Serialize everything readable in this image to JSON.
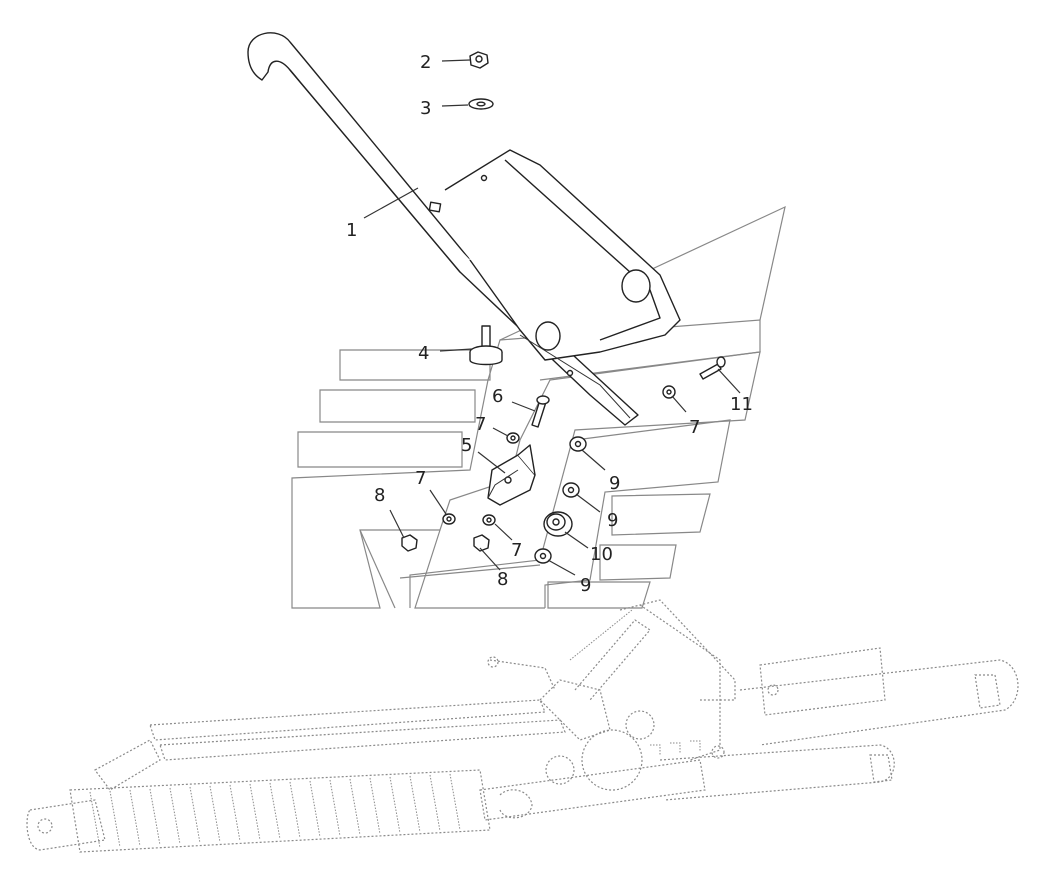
{
  "diagram": {
    "callouts": [
      {
        "id": "c1",
        "label": "1"
      },
      {
        "id": "c2",
        "label": "2"
      },
      {
        "id": "c3",
        "label": "3"
      },
      {
        "id": "c4",
        "label": "4"
      },
      {
        "id": "c5",
        "label": "5"
      },
      {
        "id": "c6",
        "label": "6"
      },
      {
        "id": "c7a",
        "label": "7"
      },
      {
        "id": "c7b",
        "label": "7"
      },
      {
        "id": "c7c",
        "label": "7"
      },
      {
        "id": "c7d",
        "label": "7"
      },
      {
        "id": "c8a",
        "label": "8"
      },
      {
        "id": "c8b",
        "label": "8"
      },
      {
        "id": "c9a",
        "label": "9"
      },
      {
        "id": "c9b",
        "label": "9"
      },
      {
        "id": "c9c",
        "label": "9"
      },
      {
        "id": "c10",
        "label": "10"
      },
      {
        "id": "c11",
        "label": "11"
      }
    ]
  }
}
